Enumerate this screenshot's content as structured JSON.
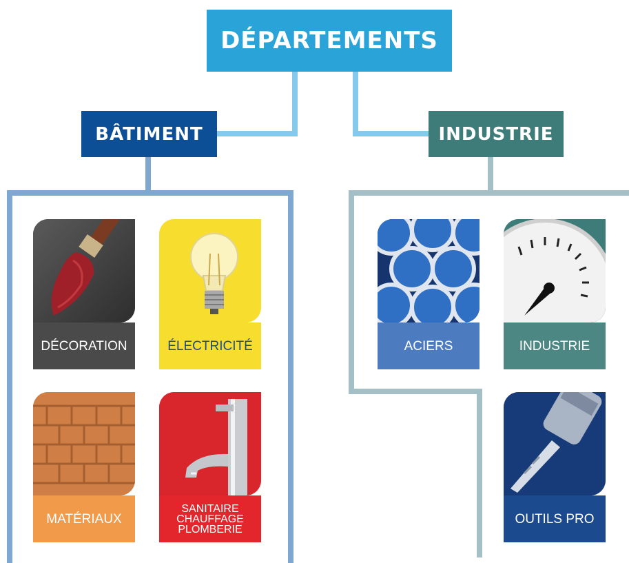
{
  "title": "DÉPARTEMENTS",
  "branches": {
    "batiment": "BÂTIMENT",
    "industrie": "INDUSTRIE"
  },
  "tiles": {
    "decoration": "DÉCORATION",
    "electricite": "ÉLECTRICITÉ",
    "materiaux": "MATÉRIAUX",
    "sanitaire": [
      "SANITAIRE",
      "CHAUFFAGE",
      "PLOMBERIE"
    ],
    "aciers": "ACIERS",
    "industrie": "INDUSTRIE",
    "outils": "OUTILS PRO"
  },
  "colors": {
    "top": "#2aa3d8",
    "batiment": "#0d4f96",
    "industrie": "#3e7c7a",
    "line_top": "#86c9ea",
    "line_batiment": "#7ea8cf",
    "line_industrie": "#a4c0c6",
    "decoration": "#4a4a4a",
    "electricite": "#f7dd2e",
    "materiaux": "#f09a4a",
    "sanitaire": "#e2262c",
    "aciers": "#4d7bbf",
    "industrie_tile": "#4d8784",
    "outils": "#1c4a8e"
  }
}
